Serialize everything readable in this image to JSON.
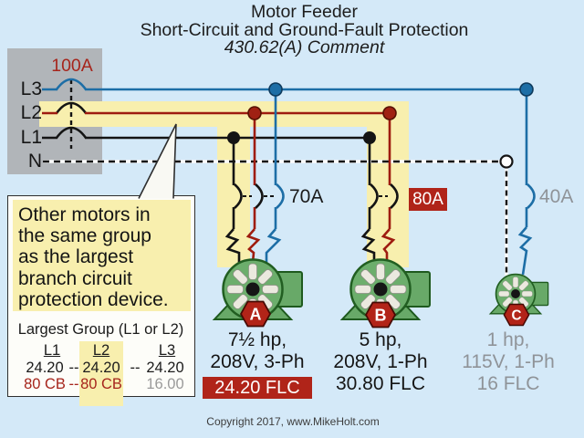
{
  "title": {
    "line1": "Motor Feeder",
    "line2": "Short-Circuit and Ground-Fault Protection",
    "line3": "430.62(A) Comment"
  },
  "panel": {
    "breaker_rating": "100A",
    "lines": {
      "l3": "L3",
      "l2": "L2",
      "l1": "L1",
      "n": "N"
    }
  },
  "branch_breakers": {
    "motor_a": "70A",
    "motor_b": "80A",
    "motor_c": "40A"
  },
  "callout": {
    "line1": "Other motors in",
    "line2": "the same group",
    "line3": "as the largest",
    "line4": "branch circuit",
    "line5": "protection device."
  },
  "table": {
    "title": "Largest Group (L1 or L2)",
    "col1": "L1",
    "col2": "L2",
    "col3": "L3",
    "row1": {
      "c1": "24.20",
      "sep1": "--",
      "c2": "24.20",
      "sep2": "--",
      "c3": "24.20"
    },
    "row2": {
      "c1": "80 CB",
      "sep1": "--",
      "c2": "80 CB",
      "c3": "16.00"
    }
  },
  "motors": {
    "a": {
      "badge": "A",
      "hp": "7½ hp,",
      "voltage": "208V, 3-Ph",
      "flc": "24.20 FLC"
    },
    "b": {
      "badge": "B",
      "hp": "5 hp,",
      "voltage": "208V, 1-Ph",
      "flc": "30.80 FLC"
    },
    "c": {
      "badge": "C",
      "hp": "1 hp,",
      "voltage": "115V, 1-Ph",
      "flc": "16 FLC"
    }
  },
  "footer": {
    "copyright": "Copyright 2017, www.MikeHolt.com"
  },
  "colors": {
    "background": "#d4e9f8",
    "highlight_yellow": "#f8efae",
    "panel_gray": "#b1b5b9",
    "line_l3_blue": "#1d6ea6",
    "line_l2_red": "#9e1c10",
    "line_l1_black": "#141414",
    "accent_red_box": "#b02419",
    "accent_red_text": "#a6251c",
    "motor_green": "#6cae6c",
    "muted_gray_text": "#8f9398"
  }
}
